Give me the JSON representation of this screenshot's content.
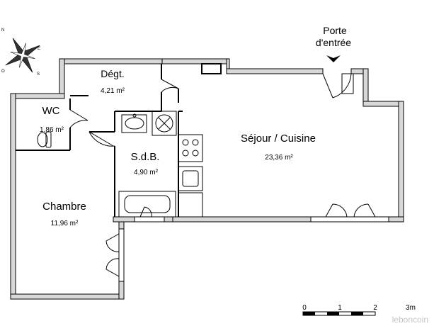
{
  "compass": {
    "north": "N",
    "east": "E",
    "south": "S",
    "west": "O"
  },
  "entrance": {
    "label_line1": "Porte",
    "label_line2": "d'entrée"
  },
  "rooms": [
    {
      "key": "degt",
      "name": "Dégt.",
      "area": "4,21 m²"
    },
    {
      "key": "wc",
      "name": "WC",
      "area": "1,86 m²"
    },
    {
      "key": "sdb",
      "name": "S.d.B.",
      "area": "4,90 m²"
    },
    {
      "key": "sejour",
      "name": "Séjour / Cuisine",
      "area": "23,36 m²"
    },
    {
      "key": "chambre",
      "name": "Chambre",
      "area": "11,96 m²"
    }
  ],
  "scale": {
    "ticks": [
      "0",
      "1",
      "2",
      "3m"
    ]
  },
  "watermark": "leboncoin"
}
